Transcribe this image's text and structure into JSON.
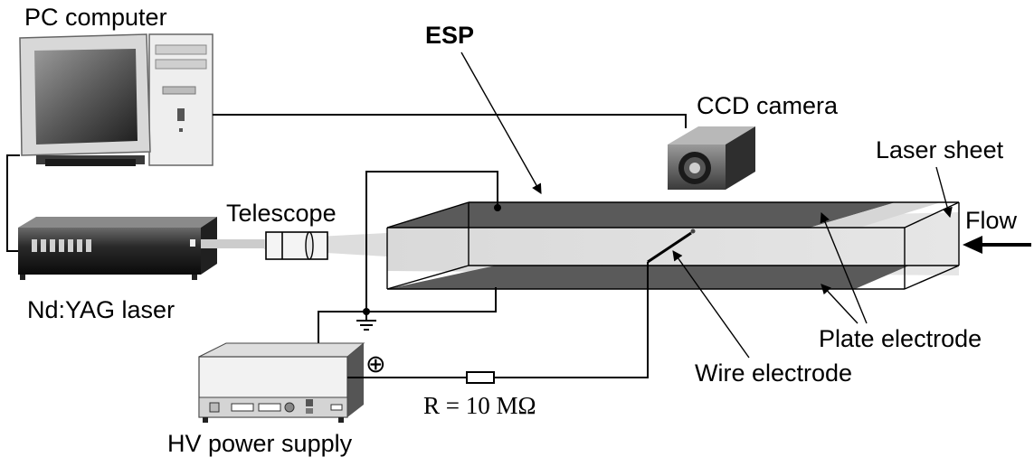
{
  "labels": {
    "pc_computer": "PC computer",
    "esp": "ESP",
    "ccd_camera": "CCD camera",
    "laser_sheet": "Laser sheet",
    "telescope": "Telescope",
    "flow": "Flow",
    "nd_yag_laser": "Nd:YAG laser",
    "plate_electrode": "Plate electrode",
    "wire_electrode": "Wire electrode",
    "resistor": "R = 10 MΩ",
    "hv_power_supply": "HV power supply",
    "plus_symbol": "⊕"
  }
}
